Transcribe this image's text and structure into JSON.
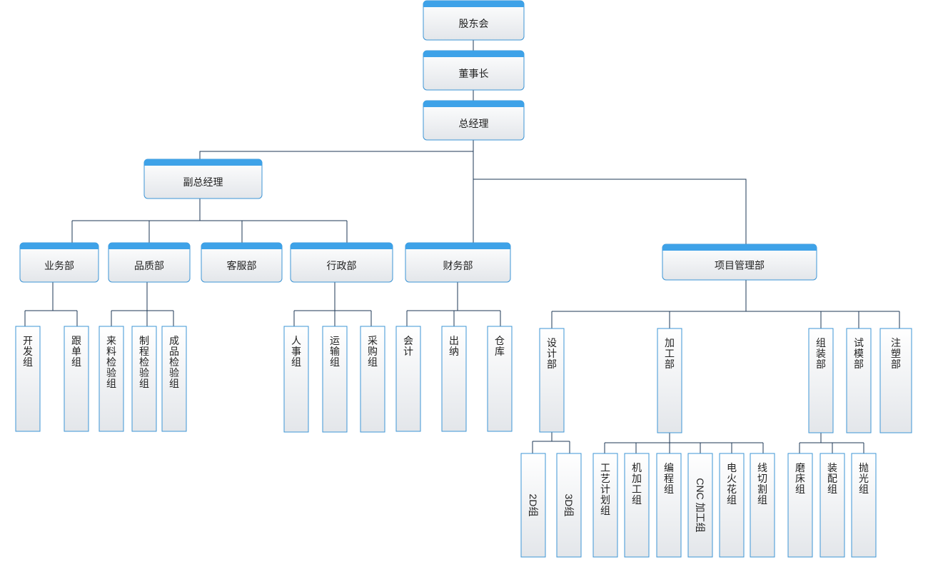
{
  "nodes": {
    "shareholders": "股东会",
    "chairman": "董事长",
    "general_manager": "总经理",
    "deputy_gm": "副总经理",
    "business_dept": "业务部",
    "quality_dept": "品质部",
    "service_dept": "客服部",
    "admin_dept": "行政部",
    "finance_dept": "财务部",
    "project_dept": "项目管理部",
    "dev_group": "开发组",
    "follow_group": "跟单组",
    "incoming_inspect": "来料检验组",
    "process_inspect": "制程检验组",
    "product_inspect": "成品检验组",
    "hr_group": "人事组",
    "transport_group": "运输组",
    "purchase_group": "采购组",
    "accounting": "会计",
    "cashier": "出纳",
    "warehouse": "仓库",
    "design_dept": "设计部",
    "machining_dept": "加工部",
    "assembly_dept": "组装部",
    "mold_trial_dept": "试模部",
    "injection_dept": "注塑部",
    "group_2d": "2D组",
    "group_3d": "3D组",
    "process_plan_group": "工艺计划组",
    "machining_group": "机加工组",
    "programming_group": "编程组",
    "cnc_group": "CNC 加工组",
    "edm_group": "电火花组",
    "wire_cut_group": "线切割组",
    "grinding_group": "磨床组",
    "fitting_group": "装配组",
    "polishing_group": "抛光组"
  },
  "colors": {
    "accent_bar": "#3ea2e8",
    "box_border": "#3c95d6",
    "connector": "#1c3756"
  }
}
